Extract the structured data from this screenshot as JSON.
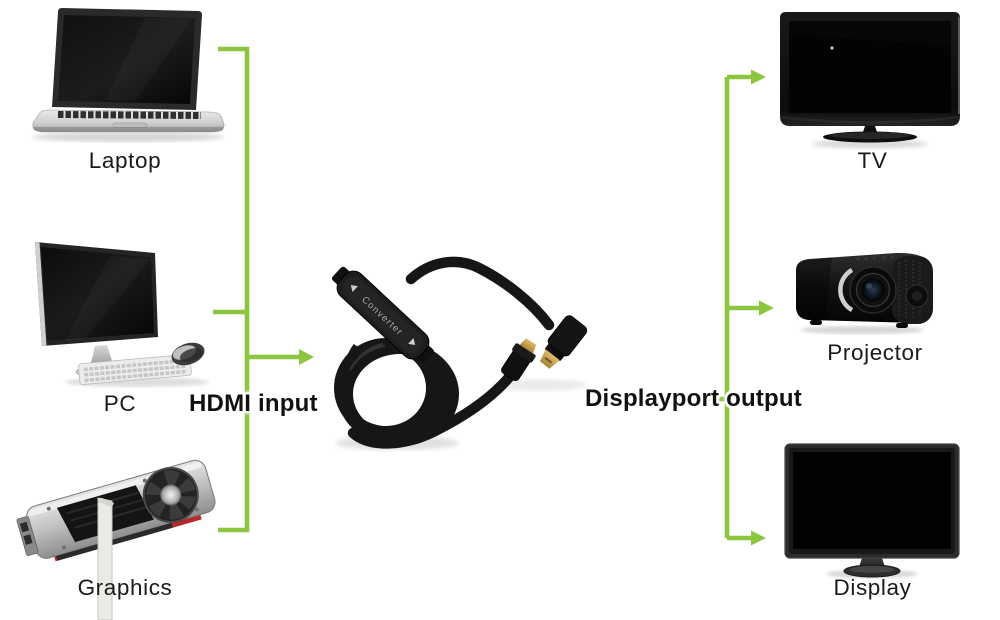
{
  "colors": {
    "accent": "#8cc63e",
    "text": "#1a1a1a"
  },
  "flow": {
    "input_label": "HDMI input",
    "output_label": "Displayport output"
  },
  "sources": [
    {
      "id": "laptop",
      "label": "Laptop"
    },
    {
      "id": "pc",
      "label": "PC"
    },
    {
      "id": "graphics",
      "label": "Graphics"
    }
  ],
  "outputs": [
    {
      "id": "tv",
      "label": "TV"
    },
    {
      "id": "projector",
      "label": "Projector"
    },
    {
      "id": "display",
      "label": "Display"
    }
  ],
  "converter": {
    "body_label": "Converter"
  }
}
